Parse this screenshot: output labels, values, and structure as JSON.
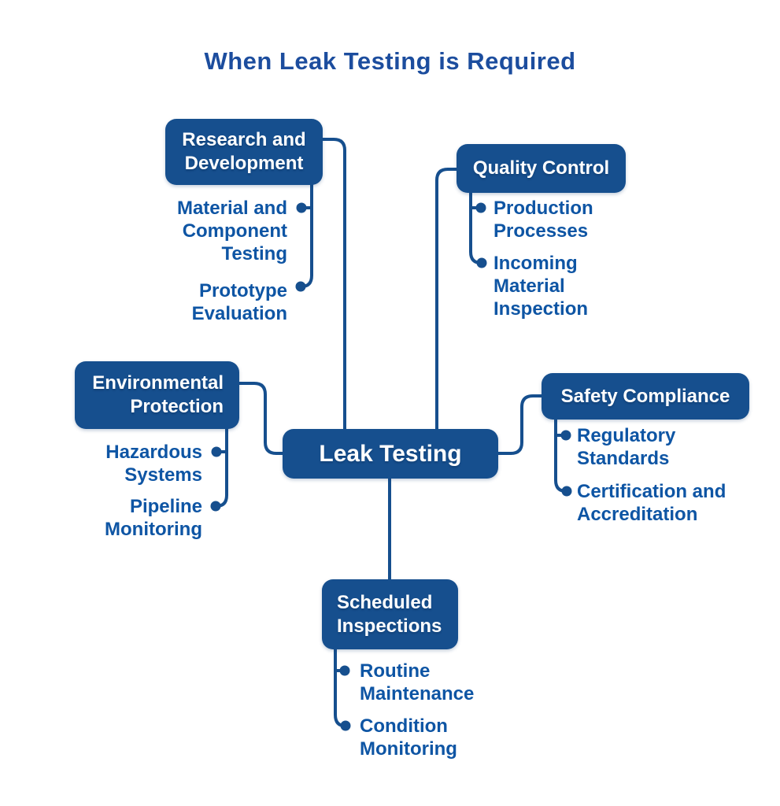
{
  "title": "When Leak Testing is Required",
  "colors": {
    "box": "#164f8e",
    "line": "#164f8e",
    "subtext": "#0e55a4",
    "title": "#1c4d9e",
    "boxtext": "#ffffff"
  },
  "center": {
    "label": "Leak Testing"
  },
  "branches": [
    {
      "label": "Research and Development",
      "items": [
        "Material and Component Testing",
        "Prototype Evaluation"
      ]
    },
    {
      "label": "Quality Control",
      "items": [
        "Production Processes",
        "Incoming Material Inspection"
      ]
    },
    {
      "label": "Environmental Protection",
      "items": [
        "Hazardous Systems",
        "Pipeline Monitoring"
      ]
    },
    {
      "label": "Safety Compliance",
      "items": [
        "Regulatory Standards",
        "Certification and Accreditation"
      ]
    },
    {
      "label": "Scheduled Inspections",
      "items": [
        "Routine Maintenance",
        "Condition Monitoring"
      ]
    }
  ]
}
